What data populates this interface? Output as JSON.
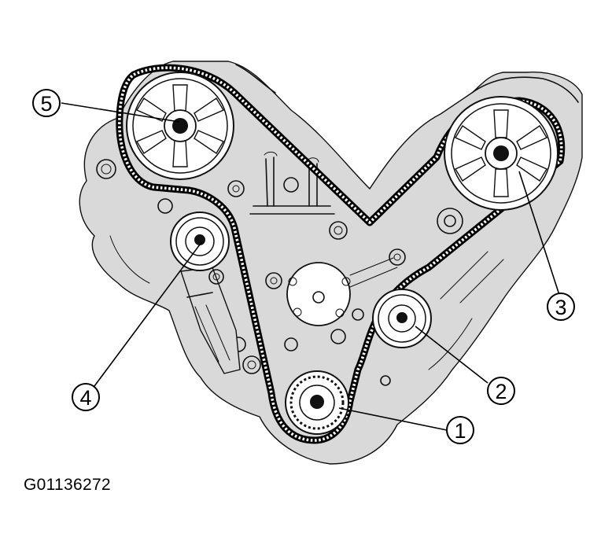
{
  "figure": {
    "id_text": "G01136272"
  },
  "callouts": [
    {
      "number": "1",
      "target": "crankshaft-sprocket"
    },
    {
      "number": "2",
      "target": "idler-pulley"
    },
    {
      "number": "3",
      "target": "right-camshaft-pulley"
    },
    {
      "number": "4",
      "target": "tensioner-pulley"
    },
    {
      "number": "5",
      "target": "left-camshaft-pulley"
    }
  ]
}
